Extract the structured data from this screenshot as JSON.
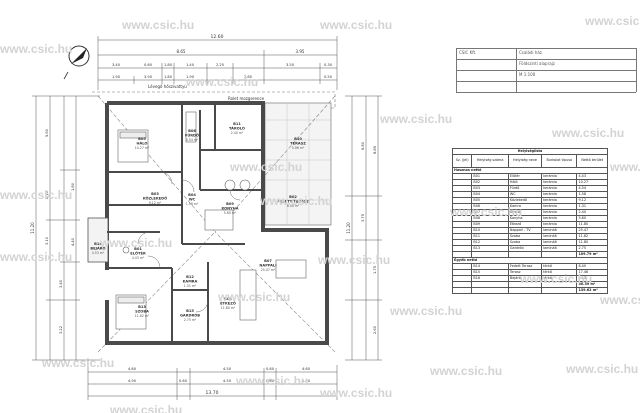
{
  "watermark": "www.csic.hu",
  "plan": {
    "dims_top": {
      "overall": "12.60",
      "row2": [
        "8.65",
        "3.95"
      ],
      "row3": [
        "3.40",
        "0.60",
        "1.80",
        "1.40",
        "2.25",
        "3.50",
        "0.30"
      ],
      "row4": [
        "1.90",
        "3.90",
        "1.80",
        "1.90",
        "2.80",
        "0.50"
      ]
    },
    "dims_bottom": {
      "overall": "13.70",
      "row2": [
        "4.60",
        "4.50",
        "0.60",
        "4.60"
      ],
      "row3": [
        "4.90",
        "0.60",
        "4.50",
        "0.60",
        "1.90"
      ]
    },
    "dims_left": {
      "overall": "11.20",
      "segments": [
        "5.60",
        "2.10",
        "3.10",
        "3.40",
        "3.22",
        "1.80",
        "4.40"
      ]
    },
    "dims_right": {
      "overall": "11.20",
      "segments": [
        "6.80",
        "3.75",
        "1.75",
        "8.85",
        "2.60"
      ]
    },
    "notes": [
      "Lévegő hőszivattyú",
      "Rolet mozgerence"
    ],
    "rooms": [
      {
        "id": "B05",
        "name": "HÁLÓ",
        "area": "10.27 m²"
      },
      {
        "id": "B06",
        "name": "FÜRDŐ",
        "area": "4.54 m²"
      },
      {
        "id": "B11",
        "name": "TÁROLÓ",
        "area": "2.40 m²"
      },
      {
        "id": "B10",
        "name": "TERASZ",
        "area": "5.96 m²"
      },
      {
        "id": "B03",
        "name": "KÖZLEKEDŐ",
        "area": "9.12 m²"
      },
      {
        "id": "B04",
        "name": "WC",
        "area": "1.58 m²"
      },
      {
        "id": "B09",
        "name": "KONYHA",
        "area": "5.60 m²"
      },
      {
        "id": "B01",
        "name": "ELŐTÉR",
        "area": "4.43 m²"
      },
      {
        "id": "B02",
        "name": "FEDETT TERASZ",
        "area": "8.40 m²"
      },
      {
        "id": "B07",
        "name": "NAPPALI",
        "area": "25.47 m²"
      },
      {
        "id": "B12",
        "name": "KAMRA",
        "area": "1.31 m²"
      },
      {
        "id": "B13",
        "name": "SZOBA",
        "area": "11.82 m²"
      },
      {
        "id": "B14",
        "name": "BEJÁRÓ",
        "area": "4.53 m²"
      },
      {
        "id": "B08",
        "name": "ÉTKEZŐ",
        "area": "11.80 m²"
      },
      {
        "id": "B15",
        "name": "GARDRÓB",
        "area": "2.75 m²"
      }
    ]
  },
  "title_block": {
    "company": "CSIC Kft.",
    "project": "Családi ház",
    "drawing": "Földszinti alaprajz",
    "scale": "M 1:100"
  },
  "room_table": {
    "title": "Helyiséglista",
    "headers": [
      "Sz. (jel)",
      "Helyiség száma",
      "Helyiség neve",
      "Burkolat típusa",
      "Nettó terület"
    ],
    "sections": [
      {
        "title": "Hasznos nettó",
        "rows": [
          [
            "B01",
            "Előtér",
            "kerámia",
            "4.43"
          ],
          [
            "B02",
            "Háló",
            "kerámia",
            "10.27"
          ],
          [
            "B03",
            "Fürdő",
            "kerámia",
            "4.54"
          ],
          [
            "B04",
            "WC",
            "kerámia",
            "1.58"
          ],
          [
            "B05",
            "Közlekedő",
            "kerámia",
            "9.12"
          ],
          [
            "B06",
            "Kamra",
            "kerámia",
            "1.31"
          ],
          [
            "B07",
            "Tároló",
            "kerámia",
            "2.40"
          ],
          [
            "B08",
            "Konyha",
            "kerámia",
            "5.60"
          ],
          [
            "B09",
            "Étkező",
            "kerámia",
            "11.80"
          ],
          [
            "B10",
            "Nappali - TV",
            "laminált",
            "25.47"
          ],
          [
            "B11",
            "Szoba",
            "laminált",
            "11.82"
          ],
          [
            "B12",
            "Szoba",
            "laminált",
            "11.80"
          ],
          [
            "B13",
            "Gardrób",
            "laminált",
            "2.75"
          ]
        ],
        "total": "109.79 m²"
      },
      {
        "title": "Egyéb nettó",
        "rows": [
          [
            "B14",
            "Fedett Terasz",
            "térkő",
            "8.40"
          ],
          [
            "B15",
            "Terasz",
            "térkő",
            "17.46"
          ],
          [
            "B16",
            "Bejáró",
            "térkő",
            "4.53"
          ]
        ],
        "total": "30.39 m²"
      }
    ],
    "grand_total": "139.62 m²"
  },
  "colors": {
    "wall": "#4a4a4a",
    "dim": "#555555",
    "watermark": "#d3d3d3",
    "grid": "#9a9a9a"
  }
}
